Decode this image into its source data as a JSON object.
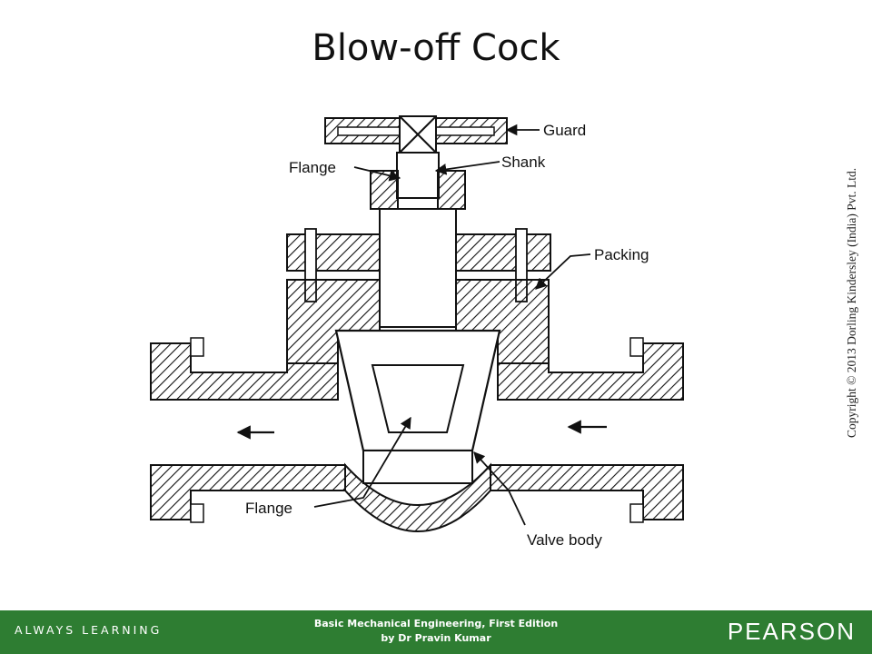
{
  "title": "Blow-off Cock",
  "labels": {
    "guard": "Guard",
    "shank": "Shank",
    "flange_top": "Flange",
    "packing": "Packing",
    "flange_bottom": "Flange",
    "valve_body": "Valve body"
  },
  "copyright": "Copyright © 2013 Dorling Kindersley (India) Pvt. Ltd.",
  "footer": {
    "tagline": "ALWAYS LEARNING",
    "book_line1": "Basic Mechanical Engineering, First Edition",
    "book_line2": "by Dr Pravin Kumar",
    "brand": "PEARSON"
  },
  "colors": {
    "footer_bg": "#2e7d32",
    "ink": "#111111"
  }
}
